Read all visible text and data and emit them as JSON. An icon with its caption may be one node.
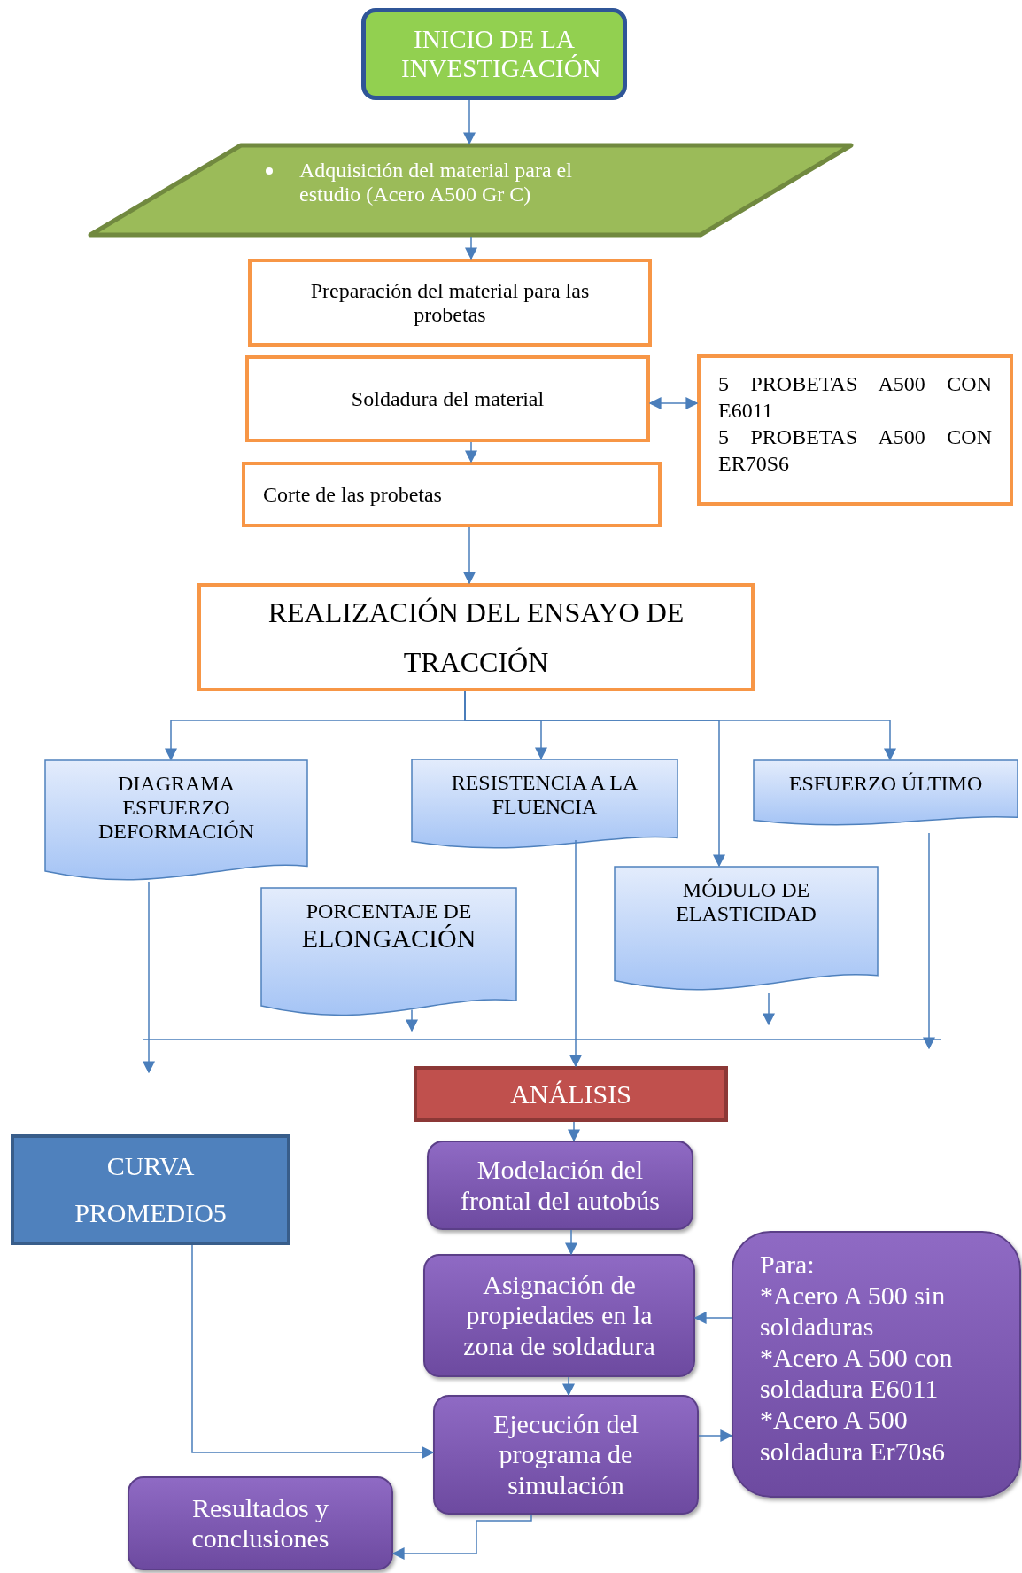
{
  "diagram": {
    "nodes": [
      {
        "text": [
          "INICIO DE LA INVESTIGACIÓN"
        ]
      },
      {
        "text": [
          "Adquisición del material para el estudio (Acero A500 Gr C)"
        ]
      },
      {
        "text": [
          "Preparación del material para las probetas"
        ]
      },
      {
        "text": [
          "Soldadura del material"
        ]
      },
      {
        "text": [
          "5 PROBETAS A500 CON E6011",
          "5 PROBETAS A500 CON ER70S6"
        ]
      },
      {
        "text": [
          "Corte de las probetas"
        ]
      },
      {
        "text": [
          "REALIZACIÓN DEL ENSAYO DE TRACCIÓN"
        ]
      },
      {
        "text": [
          "DIAGRAMA ESFUERZO DEFORMACIÓN"
        ]
      },
      {
        "text": [
          "RESISTENCIA A LA FLUENCIA"
        ]
      },
      {
        "text": [
          "ESFUERZO ÚLTIMO"
        ]
      },
      {
        "text": [
          "PORCENTAJE DE",
          "ELONGACIÓN"
        ]
      },
      {
        "text": [
          "MÓDULO DE ELASTICIDAD"
        ]
      },
      {
        "text": [
          "ANÁLISIS"
        ]
      },
      {
        "text": [
          "CURVA PROMEDIO5"
        ]
      },
      {
        "text": [
          "Modelación del frontal del autobús"
        ]
      },
      {
        "text": [
          "Asignación de propiedades en la zona de soldadura"
        ]
      },
      {
        "text": [
          "Para:",
          "*Acero A 500 sin soldaduras",
          "*Acero A 500 con soldadura E6011",
          "*Acero A 500 soldadura Er70s6"
        ]
      },
      {
        "text": [
          "Ejecución del programa de simulación"
        ]
      },
      {
        "text": [
          "Resultados y conclusiones"
        ]
      }
    ],
    "edges": [
      {
        "from": 0,
        "to": 1,
        "arrow": "to"
      },
      {
        "from": 1,
        "to": 2,
        "arrow": "to"
      },
      {
        "from": 3,
        "to": 4,
        "arrow": "both"
      },
      {
        "from": 3,
        "to": 5,
        "arrow": "to"
      },
      {
        "from": 5,
        "to": 6,
        "arrow": "to"
      },
      {
        "from": 6,
        "to": 7,
        "arrow": "to"
      },
      {
        "from": 6,
        "to": 8,
        "arrow": "to"
      },
      {
        "from": 6,
        "to": 11,
        "arrow": "to"
      },
      {
        "from": 6,
        "to": 9,
        "arrow": "to"
      },
      {
        "from": 7,
        "to": null,
        "arrow": "to"
      },
      {
        "from": 8,
        "to": 12,
        "arrow": "to"
      },
      {
        "from": 9,
        "to": null,
        "arrow": "to"
      },
      {
        "from": 10,
        "to": null,
        "arrow": "to"
      },
      {
        "from": 11,
        "to": null,
        "arrow": "to"
      },
      {
        "from": 12,
        "to": 14,
        "arrow": "to"
      },
      {
        "from": 14,
        "to": 15,
        "arrow": "to"
      },
      {
        "from": 16,
        "to": 15,
        "arrow": "to"
      },
      {
        "from": 15,
        "to": 17,
        "arrow": "to"
      },
      {
        "from": 17,
        "to": 16,
        "arrow": "to"
      },
      {
        "from": 13,
        "to": 17,
        "arrow": "to"
      },
      {
        "from": 17,
        "to": 18,
        "arrow": "to"
      }
    ]
  }
}
